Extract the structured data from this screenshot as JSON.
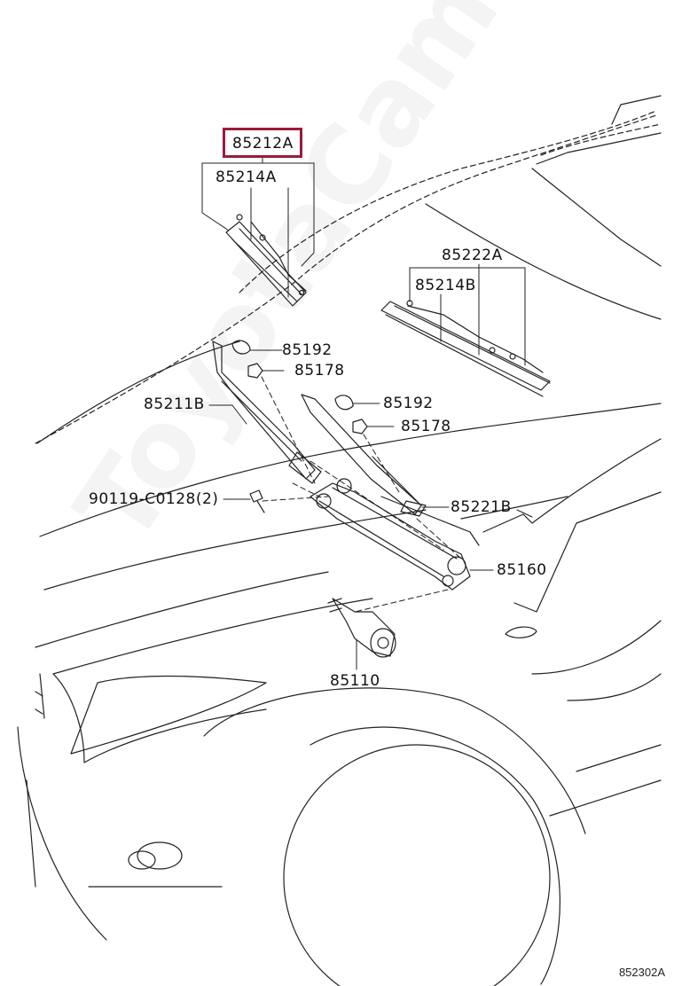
{
  "diagram": {
    "highlighted_part": "85212A",
    "reference_code": "852302A",
    "watermark": "ToyotaCamme.ru",
    "labels": {
      "p85214a_left": "85214A",
      "p85222a": "85222A",
      "p85214b": "85214B",
      "p85192_a": "85192",
      "p85178_a": "85178",
      "p85211b": "85211B",
      "p85192_b": "85192",
      "p85178_b": "85178",
      "p90119": "90119-C0128(2)",
      "p85221b": "85221B",
      "p85160": "85160",
      "p85110": "85110"
    },
    "colors": {
      "highlight_border": "#9b1b3b",
      "line": "#222222",
      "background": "#ffffff"
    }
  }
}
